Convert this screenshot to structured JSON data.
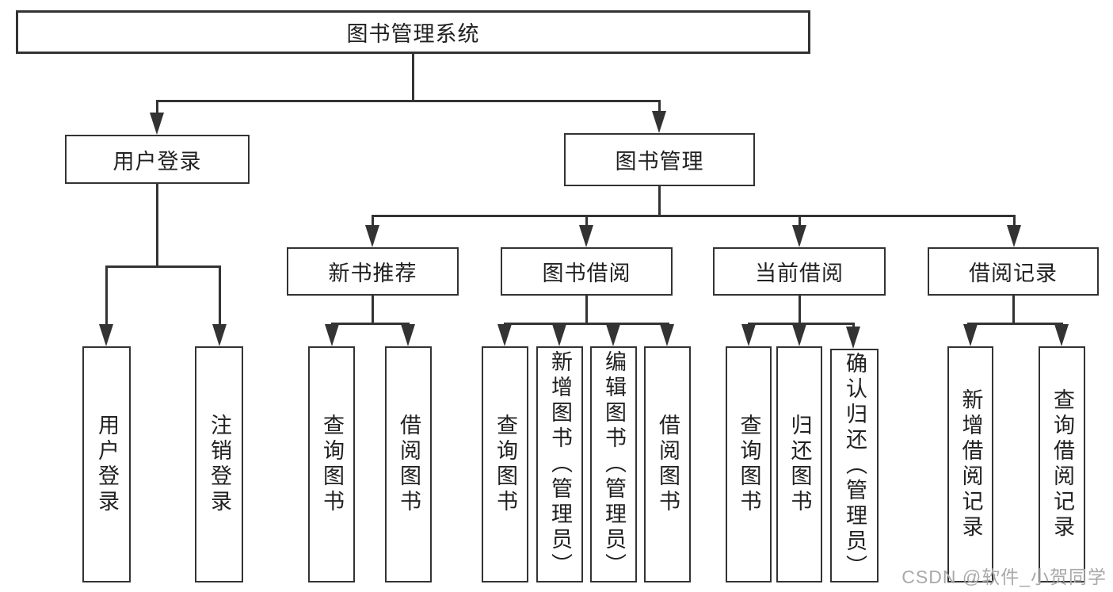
{
  "diagram": {
    "title": "图书管理系统",
    "root": {
      "label": "图书管理系统"
    },
    "level2": [
      {
        "label": "用户登录",
        "children": [
          {
            "label": "用户登录"
          },
          {
            "label": "注销登录"
          }
        ]
      },
      {
        "label": "图书管理",
        "children": [
          {
            "label": "新书推荐",
            "children": [
              {
                "label": "查询图书"
              },
              {
                "label": "借阅图书"
              }
            ]
          },
          {
            "label": "图书借阅",
            "children": [
              {
                "label": "查询图书"
              },
              {
                "label": "新增图书（管理员）"
              },
              {
                "label": "编辑图书（管理员）"
              },
              {
                "label": "借阅图书"
              }
            ]
          },
          {
            "label": "当前借阅",
            "children": [
              {
                "label": "查询图书"
              },
              {
                "label": "归还图书"
              },
              {
                "label": "确认归还（管理员）"
              }
            ]
          },
          {
            "label": "借阅记录",
            "children": [
              {
                "label": "新增借阅记录"
              },
              {
                "label": "查询借阅记录"
              }
            ]
          }
        ]
      }
    ]
  },
  "watermark": {
    "text": "CSDN @软件_小贺同学",
    "color": "#a9a9a9"
  },
  "colors": {
    "line": "#333333",
    "text": "#212121",
    "background": "#ffffff"
  }
}
